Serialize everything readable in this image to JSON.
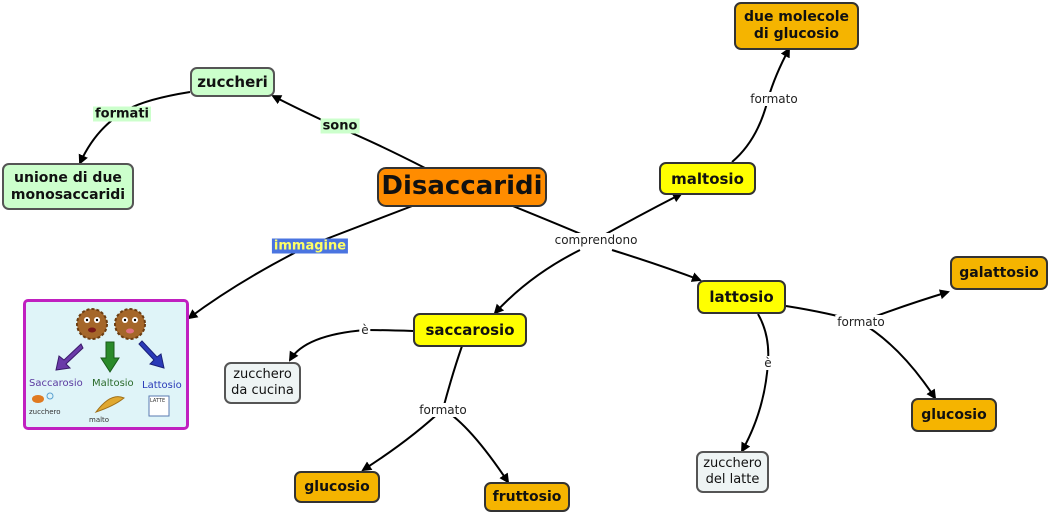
{
  "nodes": {
    "disaccaridi": "Disaccaridi",
    "zuccheri": "zuccheri",
    "unione": "unione di due\nmonosaccaridi",
    "maltosio": "maltosio",
    "due_molecole": "due molecole\ndi glucosio",
    "lattosio": "lattosio",
    "galattosio": "galattosio",
    "glucosio_lattosio": "glucosio",
    "zucchero_latte": "zucchero\ndel latte",
    "saccarosio": "saccarosio",
    "zucchero_cucina": "zucchero\nda cucina",
    "glucosio_saccarosio": "glucosio",
    "fruttosio": "fruttosio"
  },
  "links": {
    "sono": "sono",
    "formati": "formati",
    "immagine": "immagine",
    "comprendono": "comprendono",
    "formato_maltosio": "formato",
    "formato_lattosio": "formato",
    "e_lattosio": "è",
    "e_saccarosio": "è",
    "formato_saccarosio": "formato"
  },
  "image": {
    "saccarosio": "Saccarosio",
    "maltosio": "Maltosio",
    "lattosio": "Lattosio",
    "zucchero": "zucchero",
    "malto": "malto",
    "latte": "LATTE"
  },
  "colors": {
    "main": "#ff8c00",
    "concept": "#f5b400",
    "highlight": "#ffff00",
    "green": "#ccffcc",
    "grey": "#eef4f4",
    "image_border": "#c020c0"
  }
}
